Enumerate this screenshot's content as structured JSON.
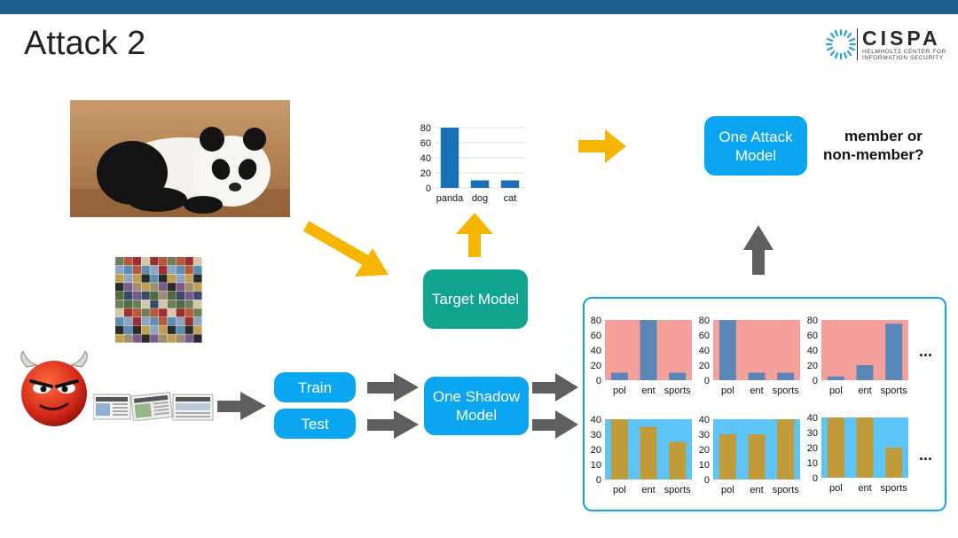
{
  "slide": {
    "title": "Attack 2"
  },
  "logo": {
    "name": "CISPA",
    "line1": "HELMHOLTZ CENTER FOR",
    "line2": "INFORMATION SECURITY"
  },
  "boxes": {
    "train": "Train",
    "test": "Test",
    "target": "Target Model",
    "shadow_line1": "One Shadow",
    "shadow_line2": "Model",
    "attack_line1": "One Attack",
    "attack_line2": "Model"
  },
  "question": {
    "line1": "member or",
    "line2": "non-member?"
  },
  "ellipsis": "...",
  "colors": {
    "blue_box": "#0aa6f2",
    "teal_box": "#10a38f",
    "arrow_yellow": "#f7b500",
    "arrow_gray": "#5f5f5f",
    "pink_bg": "#f5a09a",
    "cyan_bg": "#5cc4f7",
    "bar_blue": "#5b86b8",
    "bar_gold": "#c19b3a",
    "target_bar": "#1a70b8"
  },
  "chart_data": [
    {
      "id": "target",
      "type": "bar",
      "categories": [
        "panda",
        "dog",
        "cat"
      ],
      "values": [
        80,
        10,
        10
      ],
      "yticks": [
        0,
        20,
        40,
        60,
        80
      ],
      "ylim": [
        0,
        80
      ]
    },
    {
      "id": "shadow-top-1",
      "type": "bar",
      "categories": [
        "pol",
        "ent",
        "sports"
      ],
      "values": [
        10,
        80,
        10
      ],
      "yticks": [
        0,
        20,
        40,
        60,
        80
      ],
      "ylim": [
        0,
        80
      ]
    },
    {
      "id": "shadow-top-2",
      "type": "bar",
      "categories": [
        "pol",
        "ent",
        "sports"
      ],
      "values": [
        80,
        10,
        10
      ],
      "yticks": [
        0,
        20,
        40,
        60,
        80
      ],
      "ylim": [
        0,
        80
      ]
    },
    {
      "id": "shadow-top-3",
      "type": "bar",
      "categories": [
        "pol",
        "ent",
        "sports"
      ],
      "values": [
        5,
        20,
        75
      ],
      "yticks": [
        0,
        20,
        40,
        60,
        80
      ],
      "ylim": [
        0,
        80
      ]
    },
    {
      "id": "shadow-bottom-1",
      "type": "bar",
      "categories": [
        "pol",
        "ent",
        "sports"
      ],
      "values": [
        40,
        35,
        25
      ],
      "yticks": [
        0,
        10,
        20,
        30,
        40
      ],
      "ylim": [
        0,
        40
      ]
    },
    {
      "id": "shadow-bottom-2",
      "type": "bar",
      "categories": [
        "pol",
        "ent",
        "sports"
      ],
      "values": [
        30,
        30,
        40
      ],
      "yticks": [
        0,
        10,
        20,
        30,
        40
      ],
      "ylim": [
        0,
        40
      ]
    },
    {
      "id": "shadow-bottom-3",
      "type": "bar",
      "categories": [
        "pol",
        "ent",
        "sports"
      ],
      "values": [
        40,
        40,
        20
      ],
      "yticks": [
        0,
        10,
        20,
        30,
        40
      ],
      "ylim": [
        0,
        40
      ]
    }
  ]
}
